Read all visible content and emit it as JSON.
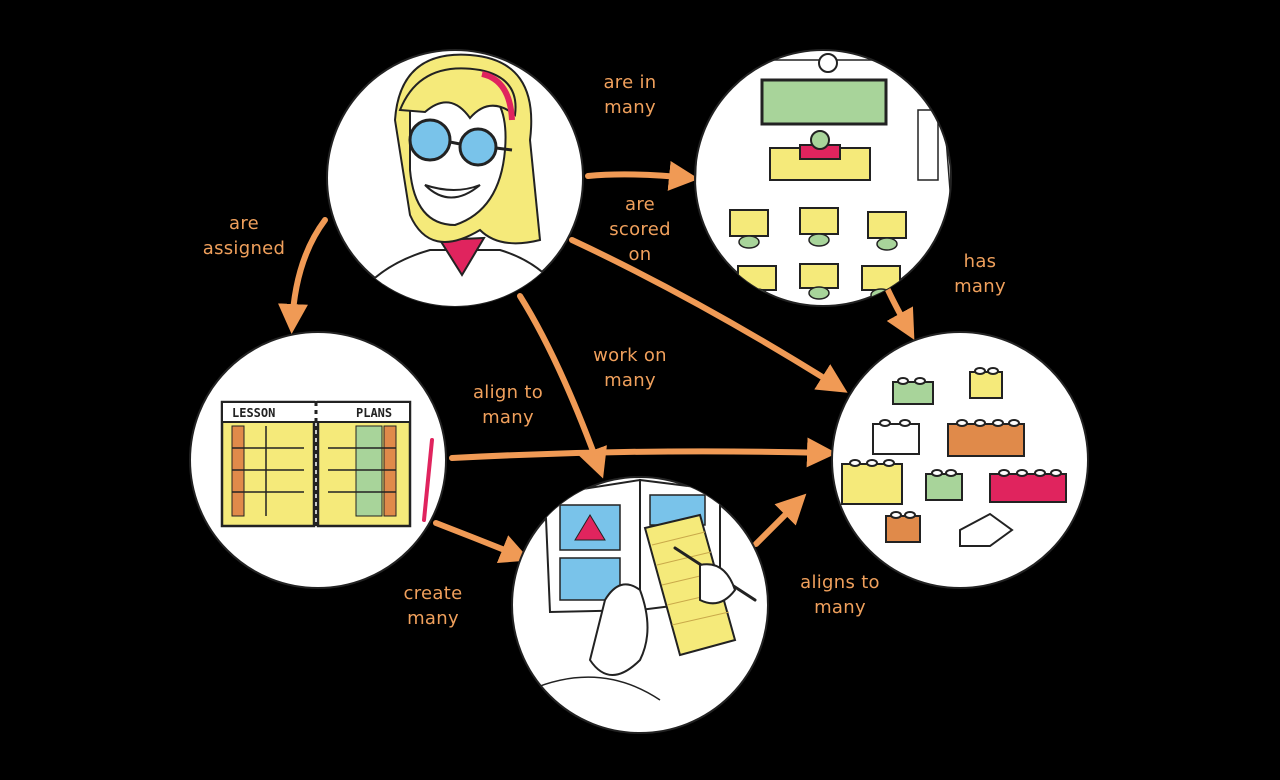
{
  "diagram": {
    "colors": {
      "background": "#000000",
      "arrow": "#f09a55",
      "label": "#f0a05c",
      "node_fill": "#ffffff",
      "yellow": "#f5ea7a",
      "green": "#a8d49a",
      "orange": "#e08a4a",
      "red": "#e0245e",
      "blue": "#79c3ea"
    },
    "nodes": [
      {
        "id": "students",
        "icon": "student-girl-with-glasses"
      },
      {
        "id": "classes",
        "icon": "classroom-top-view"
      },
      {
        "id": "lesson_plans",
        "icon": "lesson-plan-notebook",
        "text_left": "LESSON",
        "text_right": "PLANS"
      },
      {
        "id": "assignments",
        "icon": "student-working-on-worksheet"
      },
      {
        "id": "standards",
        "icon": "building-blocks"
      }
    ],
    "edges": [
      {
        "from": "students",
        "to": "classes",
        "label": "are in\nmany"
      },
      {
        "from": "students",
        "to": "standards",
        "label": "are\nscored\non"
      },
      {
        "from": "students",
        "to": "lesson_plans",
        "label": "are\nassigned"
      },
      {
        "from": "students",
        "to": "assignments",
        "label": "work on\nmany"
      },
      {
        "from": "classes",
        "to": "standards",
        "label": "has\nmany"
      },
      {
        "from": "lesson_plans",
        "to": "standards",
        "label": "align to\nmany"
      },
      {
        "from": "lesson_plans",
        "to": "assignments",
        "label": "create\nmany"
      },
      {
        "from": "assignments",
        "to": "standards",
        "label": "aligns to\nmany"
      }
    ]
  }
}
